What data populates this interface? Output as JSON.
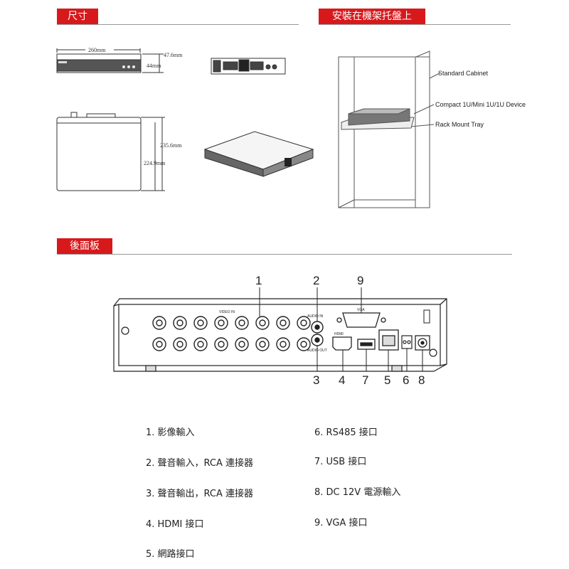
{
  "sections": {
    "dimensions": "尺寸",
    "rack_install": "安裝在機架托盤上",
    "rear_panel": "後面板"
  },
  "dimensions": {
    "width": "260mm",
    "height": "47.6mm",
    "height_inner": "44mm",
    "depth_outer": "235.6mm",
    "depth_inner": "224.9mm"
  },
  "rack_labels": {
    "cabinet": "Standard Cabinet",
    "device": "Compact 1U/Mini 1U/1U Device",
    "tray": "Rack Mount Tray"
  },
  "panel_silkscreen": {
    "video_in": "VIDEO IN",
    "audio_in": "AUDIO IN",
    "audio_out": "AUDIO OUT",
    "vga": "VGA",
    "hdmi": "HDMI"
  },
  "callouts_top": [
    "1",
    "2",
    "9"
  ],
  "callouts_bottom": [
    "3",
    "4",
    "7",
    "5",
    "6",
    "8"
  ],
  "legend_left": [
    "1.  影像輸入",
    "2.  聲音輸入，RCA 連接器",
    "3.  聲音輸出，RCA 連接器",
    "4.  HDMI 接口",
    "5.  網路接口"
  ],
  "legend_right": [
    "6. RS485 接口",
    "7. USB 接口",
    "8. DC 12V 電源輸入",
    "9. VGA 接口"
  ],
  "colors": {
    "accent": "#d7191c",
    "line": "#333333"
  }
}
